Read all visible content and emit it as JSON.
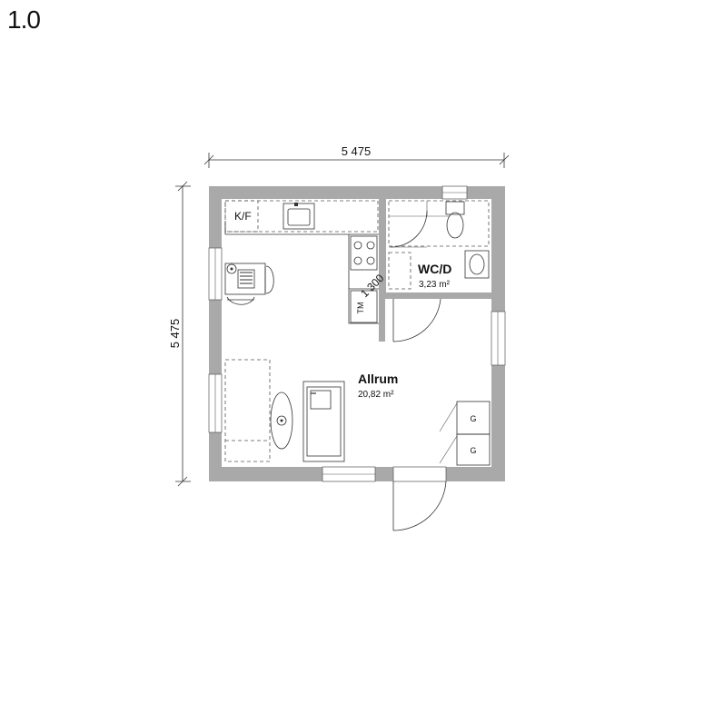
{
  "plan": {
    "title": "1.0",
    "dimension_width": "5 475",
    "dimension_height": "5 475",
    "door_dimension": "1 300",
    "rooms": {
      "allrum": {
        "name": "Allrum",
        "area": "20,82 m²"
      },
      "wcd": {
        "name": "WC/D",
        "area": "3,23 m²"
      }
    },
    "fixtures": {
      "kitchen_label": "K/F",
      "tm_label": "TM",
      "g_label_1": "G",
      "g_label_2": "G"
    }
  },
  "colors": {
    "wall": "#a9a9a9",
    "line": "#333333"
  }
}
